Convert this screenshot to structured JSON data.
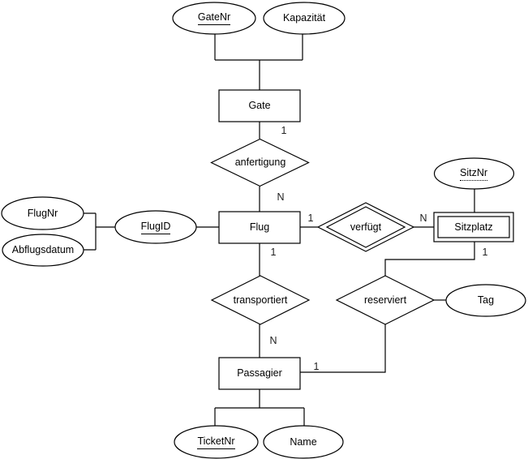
{
  "diagram": {
    "entities": {
      "gate": {
        "label": "Gate",
        "type": "strong"
      },
      "flug": {
        "label": "Flug",
        "type": "strong"
      },
      "sitzplatz": {
        "label": "Sitzplatz",
        "type": "weak"
      },
      "passagier": {
        "label": "Passagier",
        "type": "strong"
      }
    },
    "relationships": {
      "anfertigung": {
        "label": "anfertigung",
        "type": "regular"
      },
      "verfuegt": {
        "label": "verfügt",
        "type": "identifying"
      },
      "transportiert": {
        "label": "transportiert",
        "type": "regular"
      },
      "reserviert": {
        "label": "reserviert",
        "type": "regular"
      }
    },
    "attributes": {
      "gatenr": {
        "label": "GateNr",
        "key": "primary"
      },
      "kapazitaet": {
        "label": "Kapazität",
        "key": "none"
      },
      "sitznr": {
        "label": "SitzNr",
        "key": "partial"
      },
      "flugnr": {
        "label": "FlugNr",
        "key": "none"
      },
      "abflugsdatum": {
        "label": "Abflugsdatum",
        "key": "none"
      },
      "flugid": {
        "label": "FlugID",
        "key": "primary"
      },
      "tag": {
        "label": "Tag",
        "key": "none"
      },
      "ticketnr": {
        "label": "TicketNr",
        "key": "primary"
      },
      "name": {
        "label": "Name",
        "key": "none"
      }
    },
    "cardinalities": {
      "gate_anfertigung": "1",
      "anfertigung_flug": "N",
      "flug_verfuegt": "1",
      "verfuegt_sitzplatz": "N",
      "flug_transportiert": "1",
      "transportiert_passagier": "N",
      "sitzplatz_reserviert": "1",
      "passagier_reserviert": "1"
    },
    "colors": {
      "stroke": "#000000",
      "text": "#000000",
      "background": "#ffffff"
    }
  }
}
